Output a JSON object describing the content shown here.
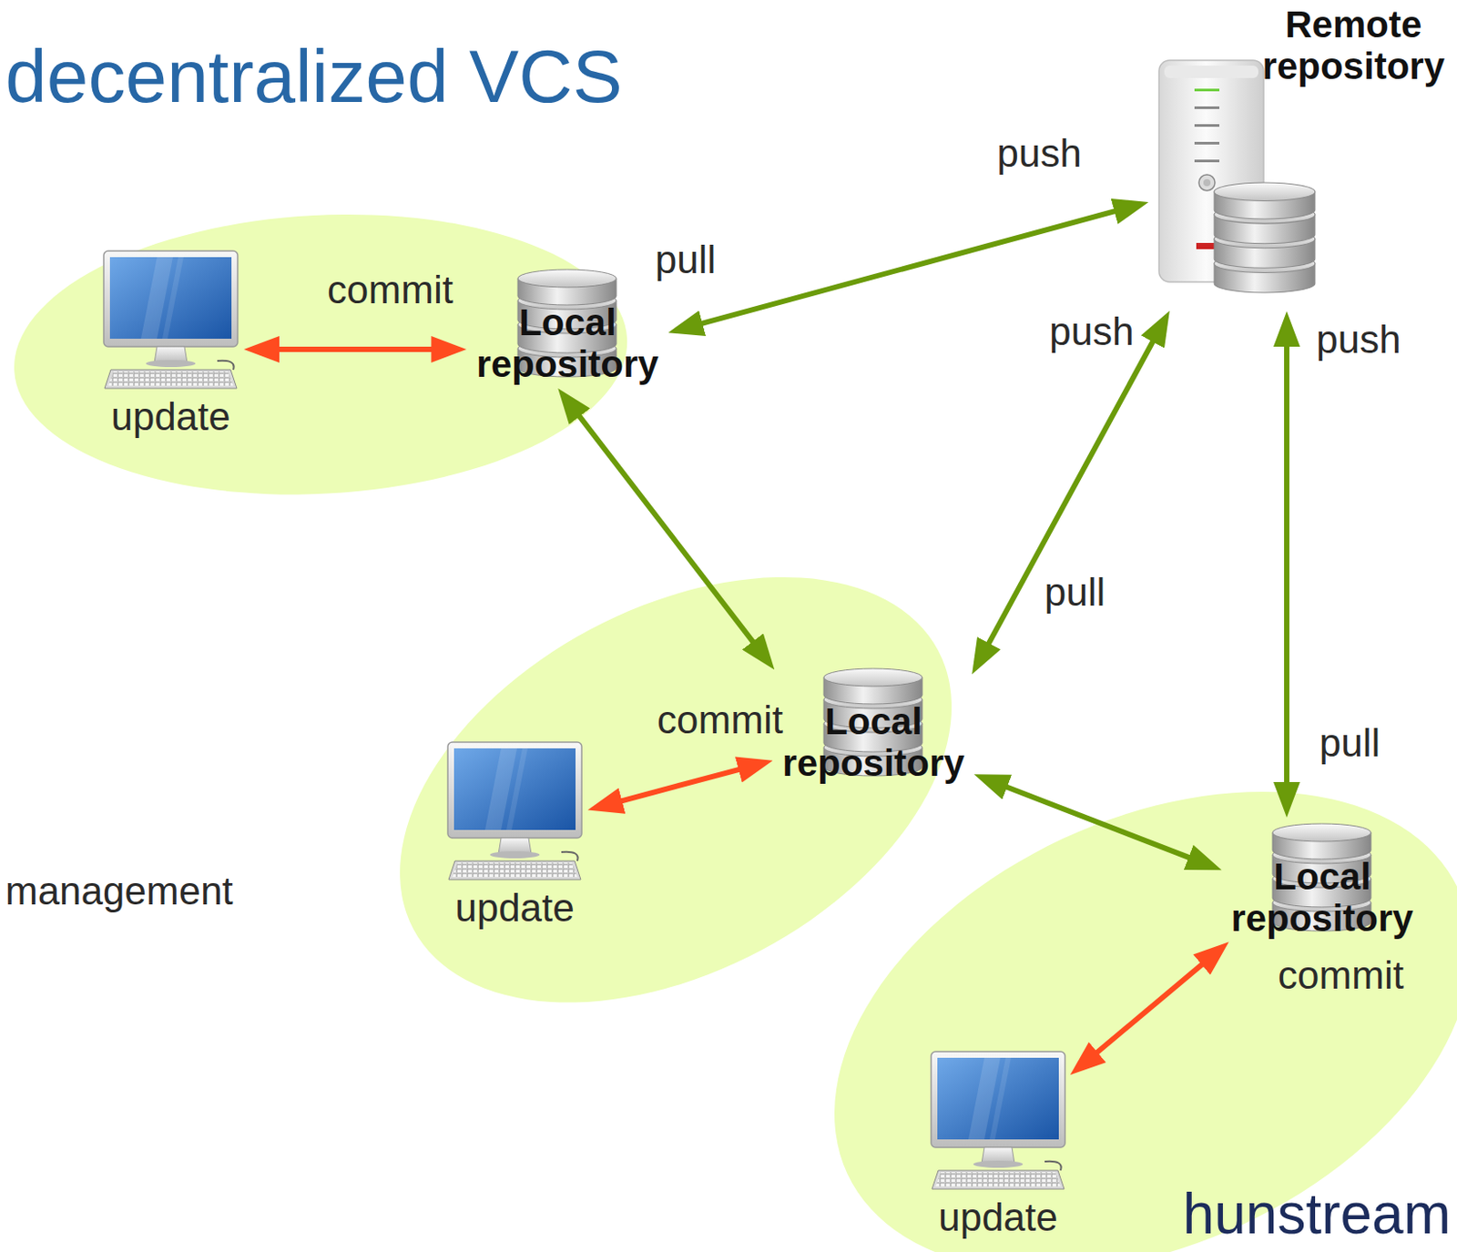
{
  "diagram": {
    "title": "decentralized VCS",
    "nodes": [
      {
        "text": []
      },
      {
        "text": [
          "update"
        ],
        "in": 0
      },
      {
        "text": [
          "Local repository"
        ],
        "in": 0
      },
      {
        "text": [
          "Remote repository"
        ]
      },
      {
        "text": []
      },
      {
        "text": [
          "update"
        ],
        "in": 4
      },
      {
        "text": [
          "Local repository"
        ],
        "in": 4
      },
      {
        "text": []
      },
      {
        "text": [
          "Local repository"
        ],
        "in": 7
      },
      {
        "text": [
          "update"
        ],
        "in": 7
      }
    ],
    "edges": [
      {
        "from": 1,
        "to": 2,
        "label": "commit",
        "arrow": "both"
      },
      {
        "from": 2,
        "to": 3,
        "label": "push",
        "arrow": "both"
      },
      {
        "from": 2,
        "to": 6,
        "arrow": "both"
      },
      {
        "from": 6,
        "to": 3,
        "label": "push",
        "arrow": "both"
      },
      {
        "from": 6,
        "to": 8,
        "arrow": "both"
      },
      {
        "from": 8,
        "to": 3,
        "label": "push",
        "arrow": "both"
      },
      {
        "from": 5,
        "to": 6,
        "label": "commit",
        "arrow": "both"
      },
      {
        "from": 9,
        "to": 8,
        "label": "commit",
        "arrow": "both"
      }
    ],
    "labels": [
      "pull",
      "pull",
      "pull",
      "management",
      "hunstream"
    ]
  }
}
